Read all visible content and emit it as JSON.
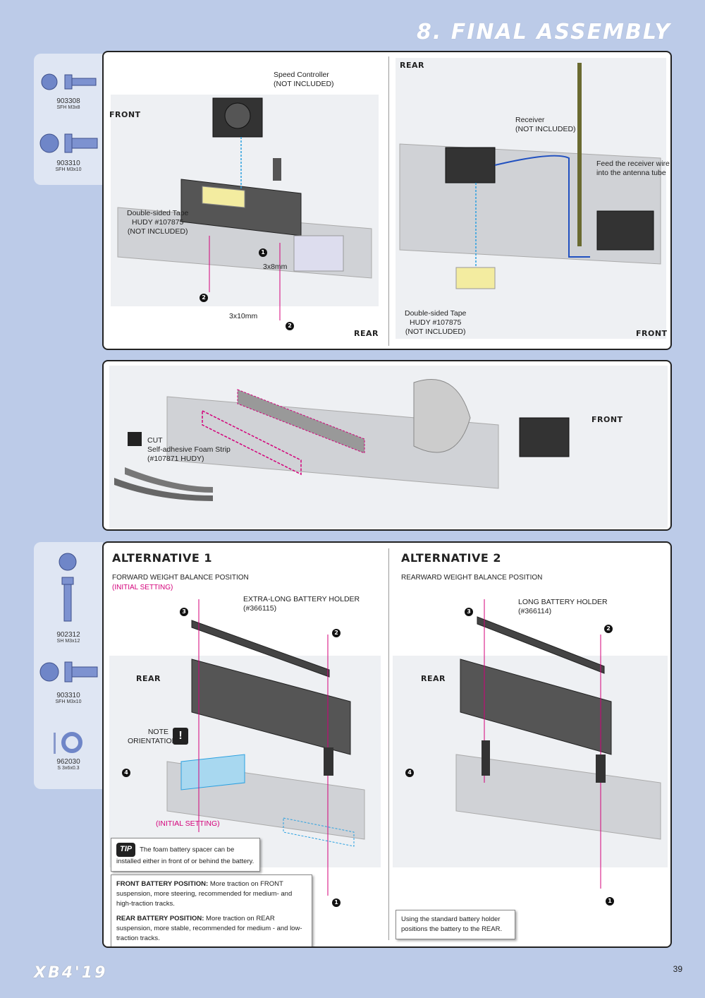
{
  "header": {
    "section_title": "8. FINAL ASSEMBLY"
  },
  "parts_top": [
    {
      "code": "903308",
      "desc": "SFH M3x8"
    },
    {
      "code": "903310",
      "desc": "SFH M3x10"
    }
  ],
  "parts_bottom": [
    {
      "code": "902312",
      "desc": "SH M3x12"
    },
    {
      "code": "903310",
      "desc": "SFH M3x10"
    },
    {
      "code": "962030",
      "desc": "S 3x6x0.3"
    }
  ],
  "panel1": {
    "front": "FRONT",
    "rear": "REAR",
    "speed_controller": "Speed Controller",
    "not_included": "(NOT INCLUDED)",
    "tape": "Double-sided Tape",
    "tape_ref": "HUDY #107875",
    "screw_a": "3x8mm",
    "screw_b": "3x10mm",
    "step1": "1",
    "step2": "2",
    "right_rear": "REAR",
    "right_front": "FRONT",
    "receiver": "Receiver",
    "feed_line1": "Feed the receiver wire",
    "feed_line2": "into the antenna tube"
  },
  "panel2": {
    "front": "FRONT",
    "cut": "CUT",
    "strip": "Self-adhesive Foam Strip",
    "strip_ref": "(#107871 HUDY)"
  },
  "panel3": {
    "alt1_title": "ALTERNATIVE 1",
    "alt1_sub": "FORWARD WEIGHT BALANCE POSITION",
    "alt1_initial": "(INITIAL SETTING)",
    "alt1_holder": "EXTRA-LONG BATTERY HOLDER",
    "alt1_holder_ref": "(#366115)",
    "rear": "REAR",
    "note": "NOTE",
    "orientation": "ORIENTATION",
    "initial_setting": "(INITIAL SETTING)",
    "tip_tag": "TIP",
    "tip_text": "The foam battery spacer can be installed either in front of or behind the battery.",
    "front_pos_label": "FRONT BATTERY POSITION:",
    "front_pos_text": "More traction on FRONT suspension, more steering, recommended for medium- and high-traction tracks.",
    "rear_pos_label": "REAR BATTERY POSITION:",
    "rear_pos_text": "More traction on REAR suspension, more stable, recommended for medium - and low-traction tracks.",
    "alt2_title": "ALTERNATIVE 2",
    "alt2_sub": "REARWARD WEIGHT BALANCE POSITION",
    "alt2_holder": "LONG BATTERY HOLDER",
    "alt2_holder_ref": "(#366114)",
    "alt2_note": "Using the standard battery holder positions the battery to the REAR.",
    "step1": "1",
    "step2": "2",
    "step3": "3",
    "step4": "4"
  },
  "footer": {
    "brand": "XB4'19",
    "page": "39"
  }
}
